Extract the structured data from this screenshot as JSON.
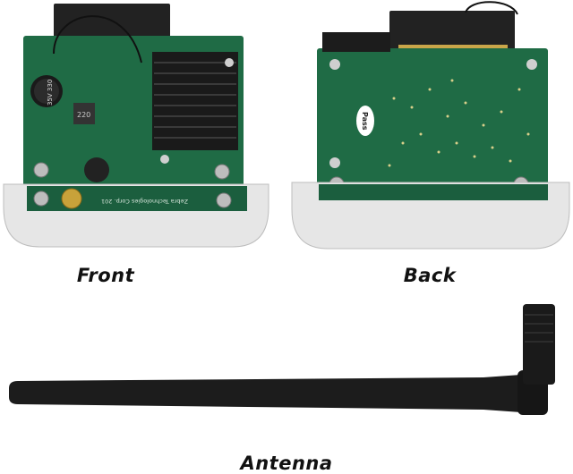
{
  "front": {
    "caption": "Front",
    "silk_text": "Zebra Technologies Corp. 201",
    "cap_label": "35V 330",
    "coil_label": "220"
  },
  "back": {
    "caption": "Back",
    "sticker_text": "Pass"
  },
  "antenna": {
    "caption": "Antenna"
  },
  "colors": {
    "pcb": "#1f6b45",
    "heatsink": "#1a1a1a",
    "bracket": "#e6e6e6",
    "connector": "#222222",
    "antenna": "#1c1c1c"
  }
}
